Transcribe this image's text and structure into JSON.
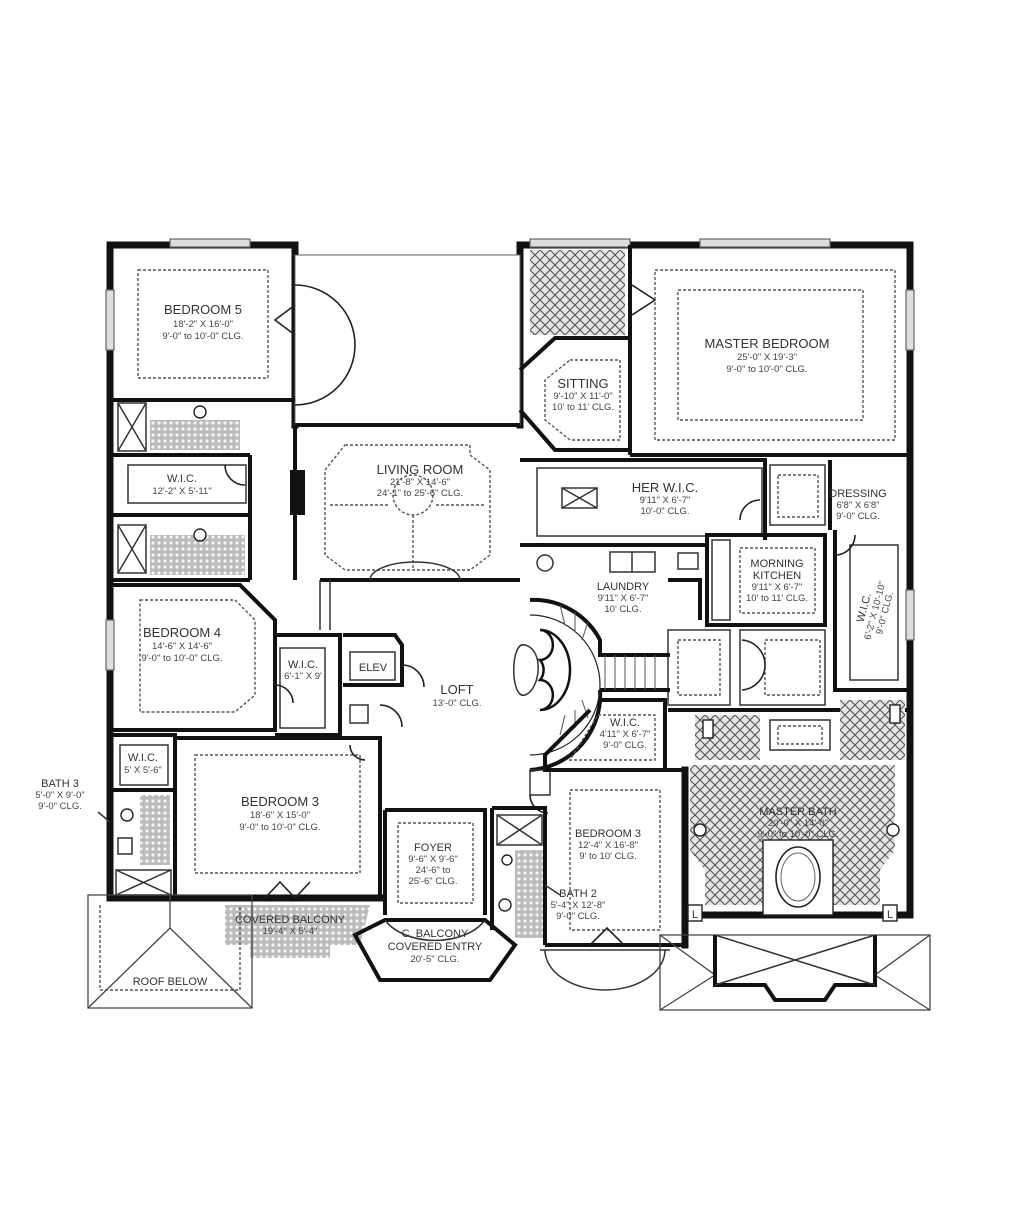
{
  "plan": {
    "title": "Second Floor Plan",
    "rooms": {
      "bedroom5": {
        "name": "BEDROOM 5",
        "size": "18'-2\" X 16'-0\"",
        "ceiling": "9'-0\" to 10'-0\" CLG."
      },
      "master_bedroom": {
        "name": "MASTER BEDROOM",
        "size": "25'-0\" X 19'-3\"",
        "ceiling": "9'-0\" to 10'-0\" CLG."
      },
      "sitting": {
        "name": "SITTING",
        "size": "9'-10\" X 11'-0\"",
        "ceiling": "10' to 11' CLG."
      },
      "living_room": {
        "name": "LIVING ROOM",
        "size": "21'-8\" X 14'-6\"",
        "ceiling": "24'-1\" to 25'-6\" CLG."
      },
      "wic_upper_left": {
        "name": "W.I.C.",
        "size": "12'-2\" X 5'-11\"",
        "ceiling": ""
      },
      "her_wic": {
        "name": "HER W.I.C.",
        "size": "9'11\" X 6'-7\"",
        "ceiling": "10'-0\" CLG."
      },
      "dressing": {
        "name": "DRESSING",
        "size": "6'8\" X 6'8\"",
        "ceiling": "9'-0\" CLG."
      },
      "laundry": {
        "name": "LAUNDRY",
        "size": "9'11\" X 6'-7\"",
        "ceiling": "10' CLG."
      },
      "morning_kitchen": {
        "name": "MORNING KITCHEN",
        "name_line1": "MORNING",
        "name_line2": "KITCHEN",
        "size": "9'11\" X 6'-7\"",
        "ceiling": "10' to 11' CLG."
      },
      "wic_right": {
        "name": "W.I.C.",
        "size": "6'-2\" X 10'-10\"",
        "ceiling": "9'-0\" CLG."
      },
      "bedroom4": {
        "name": "BEDROOM 4",
        "size": "14'-6\" X 14'-6\"",
        "ceiling": "9'-0\" to 10'-0\" CLG."
      },
      "wic_bed4": {
        "name": "W.I.C.",
        "size": "6'-1\" X 9'",
        "ceiling": ""
      },
      "elevator": {
        "name": "ELEV"
      },
      "loft": {
        "name": "LOFT",
        "size": "",
        "ceiling": "13'-0\" CLG."
      },
      "wic_center": {
        "name": "W.I.C.",
        "size": "4'11\" X 6'-7\"",
        "ceiling": "9'-0\" CLG."
      },
      "wic_bed3": {
        "name": "W.I.C.",
        "size": "5' X 5'-6\"",
        "ceiling": ""
      },
      "bath3": {
        "name": "BATH 3",
        "size": "5'-0\" X 9'-0\"",
        "ceiling": "9'-0\" CLG."
      },
      "bedroom3_left": {
        "name": "BEDROOM 3",
        "size": "18'-6\" X 15'-0\"",
        "ceiling": "9'-0\" to 10'-0\" CLG."
      },
      "foyer": {
        "name": "FOYER",
        "size": "9'-6\" X 9'-6\"",
        "ceiling_line1": "24'-6\" to",
        "ceiling_line2": "25'-6\" CLG."
      },
      "bedroom3_right": {
        "name": "BEDROOM 3",
        "size": "12'-4\" X 16'-8\"",
        "ceiling": "9' to 10' CLG."
      },
      "bath2": {
        "name": "BATH 2",
        "size": "5'-4\" X 12'-8\"",
        "ceiling": "9'-0\" CLG."
      },
      "master_bath": {
        "name": "MASTER BATH",
        "size": "20'-0\" X 14'-0\"",
        "ceiling": "9'-0\" to 10'-0\" CLG."
      },
      "covered_balcony": {
        "name": "COVERED BALCONY",
        "size": "19'-4\" X 5'-4\""
      },
      "covered_entry": {
        "name_line1": "C. BALCONY",
        "name_line2": "COVERED ENTRY",
        "ceiling": "20'-5\" CLG."
      },
      "roof_below": {
        "name": "ROOF BELOW"
      }
    },
    "fixture_marks": {
      "linen": "L"
    }
  }
}
